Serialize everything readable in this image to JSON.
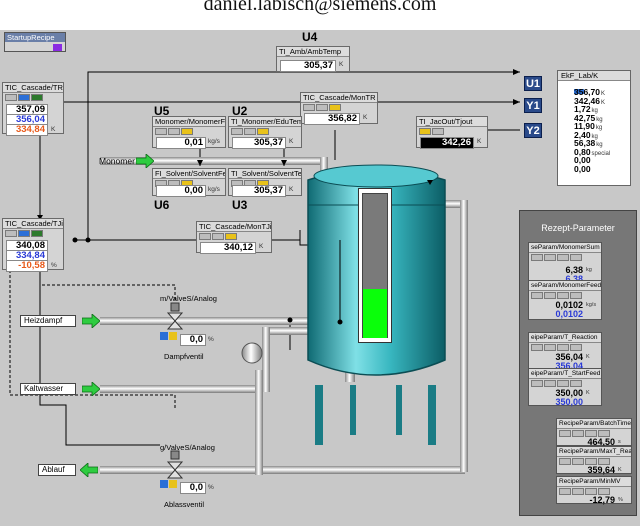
{
  "header_email": "daniel.labisch@siemens.com",
  "startup_button": {
    "label": "StartupRecipe"
  },
  "unit_labels": {
    "u1": "U1",
    "u2": "U2",
    "u3": "U3",
    "u4": "U4",
    "u5": "U5",
    "u6": "U6",
    "y1": "Y1",
    "y2": "Y2"
  },
  "faceplates": {
    "tic_cascade_tr": {
      "title": "TIC_Cascade/TR",
      "v1": "357,09",
      "v2": "356,04",
      "v3": "334,84",
      "unit": "K"
    },
    "tic_cascade_tjin": {
      "title": "TIC_Cascade/TJin",
      "v1": "340,08",
      "v2": "334,84",
      "v3": "-10,58",
      "unit": "%"
    },
    "ti_amb_temp": {
      "title": "TI_Amb/AmbTemp",
      "value": "305,37",
      "unit": "K"
    },
    "tic_cascade_montr": {
      "title": "TIC_Cascade/MonTR",
      "value": "356,82",
      "unit": "K"
    },
    "ti_jacout": {
      "title": "TI_JacOut/Tjout",
      "value": "342,26",
      "unit": "K"
    },
    "monomer_feed": {
      "title": "Monomer/MonomerFeed",
      "value": "0,01",
      "unit": "kg/s"
    },
    "ti_monomer_temp": {
      "title": "TI_Monomer/EduTemp",
      "value": "305,37",
      "unit": "K"
    },
    "fi_solvent_feed": {
      "title": "FI_Solvent/SolventFeed",
      "value": "0,00",
      "unit": "kg/s"
    },
    "ti_solvent_temp": {
      "title": "TI_Solvent/SolventTemp",
      "value": "305,37",
      "unit": "K"
    },
    "tic_cascade_montjin": {
      "title": "TIC_Cascade/MonTJin",
      "value": "340,12",
      "unit": "K"
    }
  },
  "ekf": {
    "title": "EkF_Lab/K",
    "rows": [
      {
        "value": "356,70",
        "unit": "K"
      },
      {
        "value": "342,46",
        "unit": "K"
      },
      {
        "value": "1,72",
        "unit": "kg"
      },
      {
        "value": "42,75",
        "unit": "kg"
      },
      {
        "value": "11,90",
        "unit": "kg"
      },
      {
        "value": "2,40",
        "unit": "kg"
      },
      {
        "value": "56,38",
        "unit": "kg"
      },
      {
        "value": "0,80",
        "unit": "special"
      },
      {
        "value": "0,00",
        "unit": ""
      },
      {
        "value": "0,00",
        "unit": ""
      }
    ]
  },
  "inputs": {
    "monomer": "Monomer",
    "heizdampf": "Heizdampf",
    "kaltwasser": "Kaltwasser",
    "ablauf": "Ablauf"
  },
  "valves": {
    "dampf": {
      "title": "m/ValveS/Analog",
      "value": "0,0",
      "unit": "%",
      "caption": "Dampfventil"
    },
    "ablass": {
      "title": "g/ValveS/Analog",
      "value": "0,0",
      "unit": "%",
      "caption": "Ablassventil"
    }
  },
  "rezept": {
    "title": "Rezept-Parameter",
    "params": [
      {
        "title": "seParam/MonomerSum",
        "v1": "6,38",
        "v2": "6,38",
        "unit": "kg"
      },
      {
        "title": "seParam/MonomerFeed",
        "v1": "0,0102",
        "v2": "0,0102",
        "unit": "kg/s"
      },
      {
        "title": "eipeParam/T_Reaction",
        "v1": "356,04",
        "v2": "356,04",
        "unit": "K"
      },
      {
        "title": "eipeParam/T_StartFeed",
        "v1": "350,00",
        "v2": "350,00",
        "unit": "K"
      },
      {
        "title": "RecipeParam/BatchTime",
        "v1": "464,50",
        "unit": "s"
      },
      {
        "title": "RecipeParam/MaxT_Reactor",
        "v1": "359,64",
        "unit": "K"
      },
      {
        "title": "RecipeParam/MinMV",
        "v1": "-12,79",
        "unit": "%"
      }
    ]
  },
  "tank_level_fraction": 0.34,
  "colors": {
    "background": "#c8c8c8",
    "tank": "#2aa9b3",
    "level_fill": "#0aff0a",
    "arrow": "#2ecc40",
    "panel": "#777777",
    "setpoint_blue": "#2a3ad6",
    "output_orange": "#e85a1a"
  }
}
